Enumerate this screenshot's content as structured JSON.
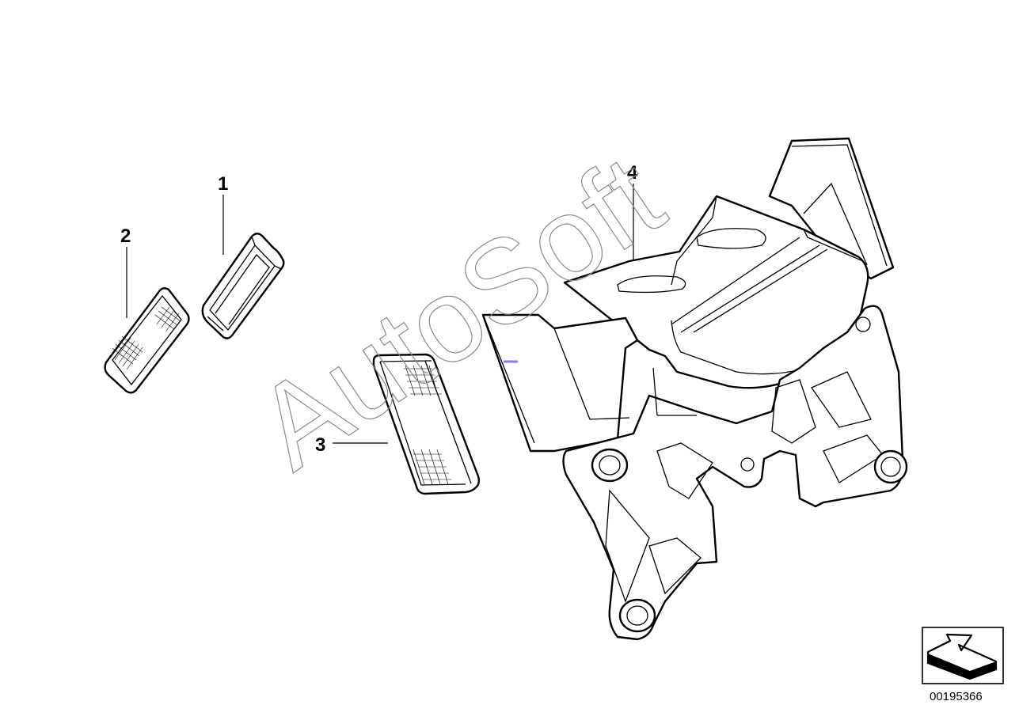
{
  "callouts": {
    "part_1": "1",
    "part_2": "2",
    "part_3": "3",
    "part_4": "4"
  },
  "watermark": "AutoSoft",
  "reference_number": "00195366",
  "icons": {
    "orientation": "direction-arrow-icon"
  },
  "colors": {
    "line": "#000000",
    "background": "#ffffff",
    "watermark": "#8a8a8a",
    "watermark_dash": "#8080ff"
  }
}
